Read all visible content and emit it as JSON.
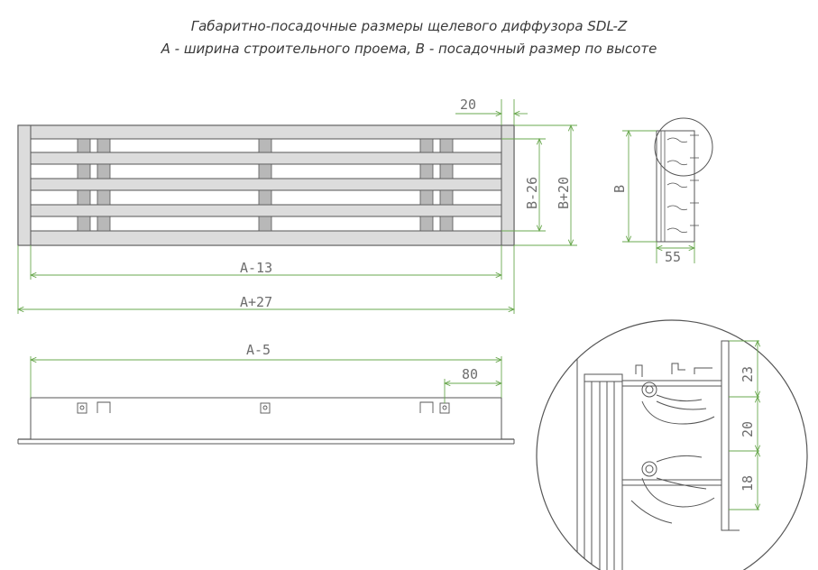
{
  "title": {
    "line1": "Габаритно-посадочные размеры щелевого диффузора SDL-Z",
    "line2": "А - ширина строительного проема, В - посадочный размер по высоте"
  },
  "front_view": {
    "dim_top": "20",
    "dim_inner_height": "B-26",
    "dim_outer_height": "B+20",
    "dim_inner_width": "A-13",
    "dim_outer_width": "A+27"
  },
  "side_view": {
    "dim_height": "B",
    "dim_depth": "55"
  },
  "bottom_view": {
    "dim_length": "A-5",
    "dim_edge": "80"
  },
  "detail_view": {
    "dim_a": "23",
    "dim_b": "20",
    "dim_c": "18"
  },
  "colors": {
    "line": "#555555",
    "dimension": "#6aa84f",
    "frame_fill": "#dcdcdc",
    "block_fill": "#b8b8b8"
  }
}
